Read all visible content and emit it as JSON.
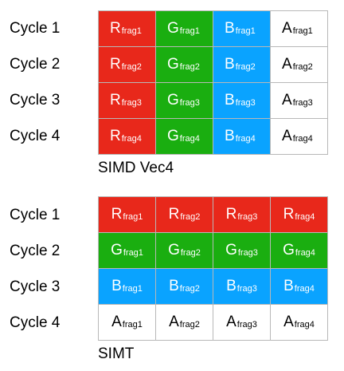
{
  "colors": {
    "R": "#e8281b",
    "G": "#1aae10",
    "B": "#0aa3ff",
    "A": "#ffffff"
  },
  "cycles": [
    "Cycle 1",
    "Cycle 2",
    "Cycle 3",
    "Cycle 4"
  ],
  "simd": {
    "caption": "SIMD Vec4",
    "rows": [
      [
        {
          "c": "R",
          "sub": "frag1"
        },
        {
          "c": "G",
          "sub": "frag1"
        },
        {
          "c": "B",
          "sub": "frag1"
        },
        {
          "c": "A",
          "sub": "frag1"
        }
      ],
      [
        {
          "c": "R",
          "sub": "frag2"
        },
        {
          "c": "G",
          "sub": "frag2"
        },
        {
          "c": "B",
          "sub": "frag2"
        },
        {
          "c": "A",
          "sub": "frag2"
        }
      ],
      [
        {
          "c": "R",
          "sub": "frag3"
        },
        {
          "c": "G",
          "sub": "frag3"
        },
        {
          "c": "B",
          "sub": "frag3"
        },
        {
          "c": "A",
          "sub": "frag3"
        }
      ],
      [
        {
          "c": "R",
          "sub": "frag4"
        },
        {
          "c": "G",
          "sub": "frag4"
        },
        {
          "c": "B",
          "sub": "frag4"
        },
        {
          "c": "A",
          "sub": "frag4"
        }
      ]
    ]
  },
  "simt": {
    "caption": "SIMT",
    "rows": [
      [
        {
          "c": "R",
          "sub": "frag1"
        },
        {
          "c": "R",
          "sub": "frag2"
        },
        {
          "c": "R",
          "sub": "frag3"
        },
        {
          "c": "R",
          "sub": "frag4"
        }
      ],
      [
        {
          "c": "G",
          "sub": "frag1"
        },
        {
          "c": "G",
          "sub": "frag2"
        },
        {
          "c": "G",
          "sub": "frag3"
        },
        {
          "c": "G",
          "sub": "frag4"
        }
      ],
      [
        {
          "c": "B",
          "sub": "frag1"
        },
        {
          "c": "B",
          "sub": "frag2"
        },
        {
          "c": "B",
          "sub": "frag3"
        },
        {
          "c": "B",
          "sub": "frag4"
        }
      ],
      [
        {
          "c": "A",
          "sub": "frag1"
        },
        {
          "c": "A",
          "sub": "frag2"
        },
        {
          "c": "A",
          "sub": "frag3"
        },
        {
          "c": "A",
          "sub": "frag4"
        }
      ]
    ]
  }
}
